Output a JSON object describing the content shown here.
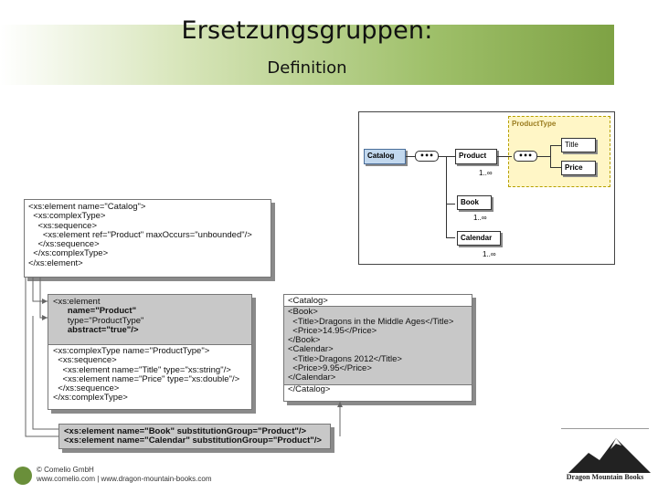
{
  "header": {
    "title": "Ersetzungsgruppen:",
    "subtitle": "Definition"
  },
  "schema_box": {
    "lines": [
      "<xs:element name=\"Catalog\">",
      "  <xs:complexType>",
      "    <xs:sequence>",
      "      <xs:element ref=\"Product\" maxOccurs=\"unbounded\"/>",
      "    </xs:sequence>",
      "  </xs:complexType>",
      "</xs:element>"
    ]
  },
  "product_box": {
    "gray_lines": [
      "<xs:element",
      "      name=\"Product\"",
      "      type=\"ProductType\"",
      "      abstract=\"true\"/>"
    ],
    "white_lines": [
      "<xs:complexType name=\"ProductType\">",
      "  <xs:sequence>",
      "    <xs:element name=\"Title\" type=\"xs:string\"/>",
      "    <xs:element name=\"Price\" type=\"xs:double\"/>",
      "  </xs:sequence>",
      "</xs:complexType>"
    ]
  },
  "xml_box": {
    "top": "<Catalog>",
    "gray_lines": [
      "<Book>",
      "  <Title>Dragons in the Middle Ages</Title>",
      "  <Price>14.95</Price>",
      "</Book>",
      "<Calendar>",
      "  <Title>Dragons 2012</Title>",
      "  <Price>9.95</Price>",
      "</Calendar>"
    ],
    "bottom": "</Catalog>"
  },
  "subst_box": {
    "lines": [
      "<xs:element name=\"Book\" substitutionGroup=\"Product\"/>",
      "<xs:element name=\"Calendar\" substitutionGroup=\"Product\"/>"
    ]
  },
  "diagram": {
    "product_type_label": "ProductType",
    "catalog": "Catalog",
    "product": "Product",
    "title": "Title",
    "price": "Price",
    "book": "Book",
    "calendar": "Calendar",
    "mult_product": "1..∞",
    "mult_book": "1..∞",
    "mult_calendar": "1..∞",
    "seq_symbol": "•••"
  },
  "footer": {
    "line1": "© Comelio GmbH",
    "line2": "www.comelio.com | www.dragon-mountain-books.com",
    "brand": "Dragon Mountain Books"
  }
}
